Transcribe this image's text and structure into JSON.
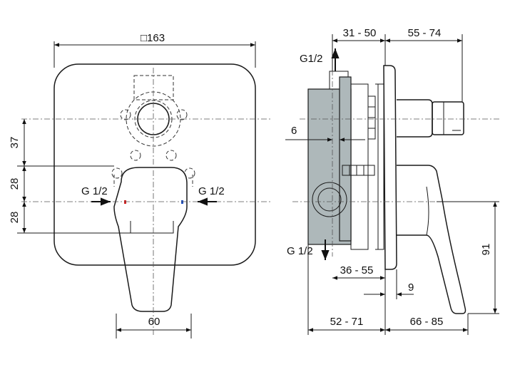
{
  "front_view": {
    "square_size": "□163",
    "dim_37": "37",
    "dim_28_top": "28",
    "dim_28_bottom": "28",
    "inlet_left": "G 1/2",
    "inlet_right": "G 1/2",
    "dim_60": "60"
  },
  "side_view": {
    "dim_31_50": "31 - 50",
    "dim_55_74": "55 - 74",
    "outlet_top": "G1/2",
    "dim_6": "6",
    "outlet_bottom": "G 1/2",
    "dim_36_55": "36 - 55",
    "dim_9": "9",
    "dim_91": "91",
    "dim_52_71": "52 - 71",
    "dim_66_85": "66 - 85"
  },
  "colors": {
    "housing": "#aeb8ba",
    "line": "#1a1a1a",
    "hot_marker": "#d62020",
    "cold_marker": "#2050c0"
  }
}
